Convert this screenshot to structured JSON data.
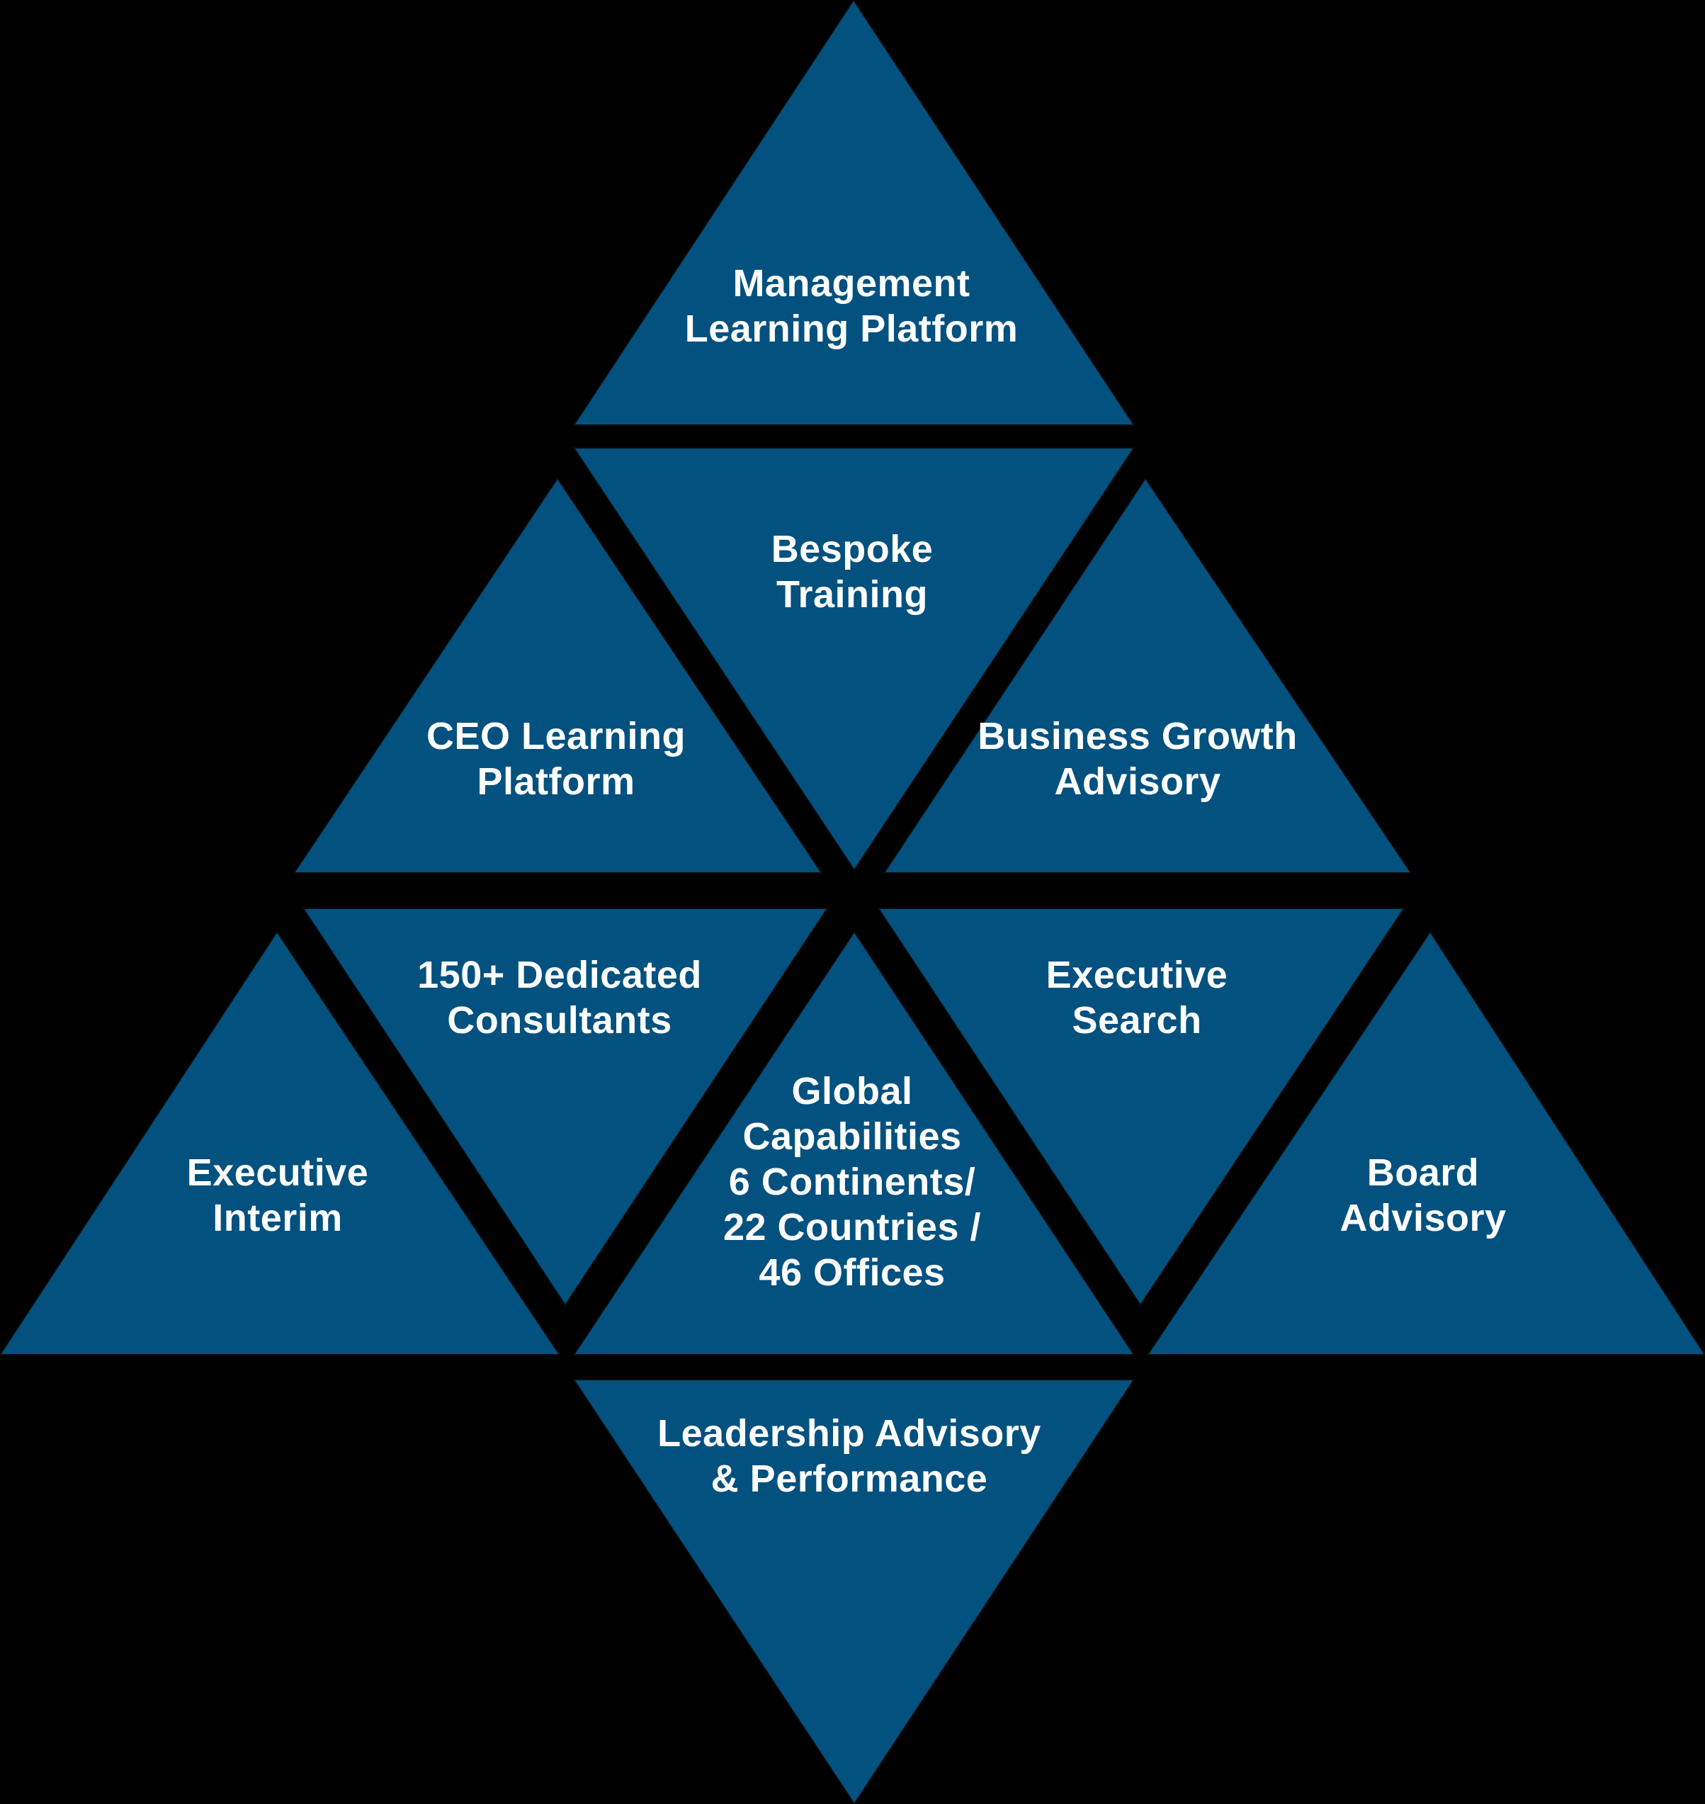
{
  "colors": {
    "background": "#000000",
    "tile_fill": "#02517f",
    "text": "#ffffff"
  },
  "tiles": [
    {
      "id": "management-learning-platform",
      "lines": [
        "Management",
        "Learning Platform"
      ]
    },
    {
      "id": "bespoke-training",
      "lines": [
        "Bespoke",
        "Training"
      ]
    },
    {
      "id": "ceo-learning-platform",
      "lines": [
        "CEO Learning",
        "Platform"
      ]
    },
    {
      "id": "business-growth-advisory",
      "lines": [
        "Business  Growth",
        "Advisory"
      ]
    },
    {
      "id": "dedicated-consultants",
      "lines": [
        "150+ Dedicated",
        "Consultants"
      ]
    },
    {
      "id": "executive-search",
      "lines": [
        "Executive",
        "Search"
      ]
    },
    {
      "id": "global-capabilities",
      "lines": [
        "Global",
        "Capabilities",
        "6 Continents/",
        "22 Countries /",
        "46 Offices"
      ]
    },
    {
      "id": "executive-interim",
      "lines": [
        "Executive",
        "Interim"
      ]
    },
    {
      "id": "board-advisory",
      "lines": [
        "Board",
        "Advisory"
      ]
    },
    {
      "id": "leadership-advisory-performance",
      "lines": [
        "Leadership Advisory",
        "& Performance"
      ]
    }
  ]
}
